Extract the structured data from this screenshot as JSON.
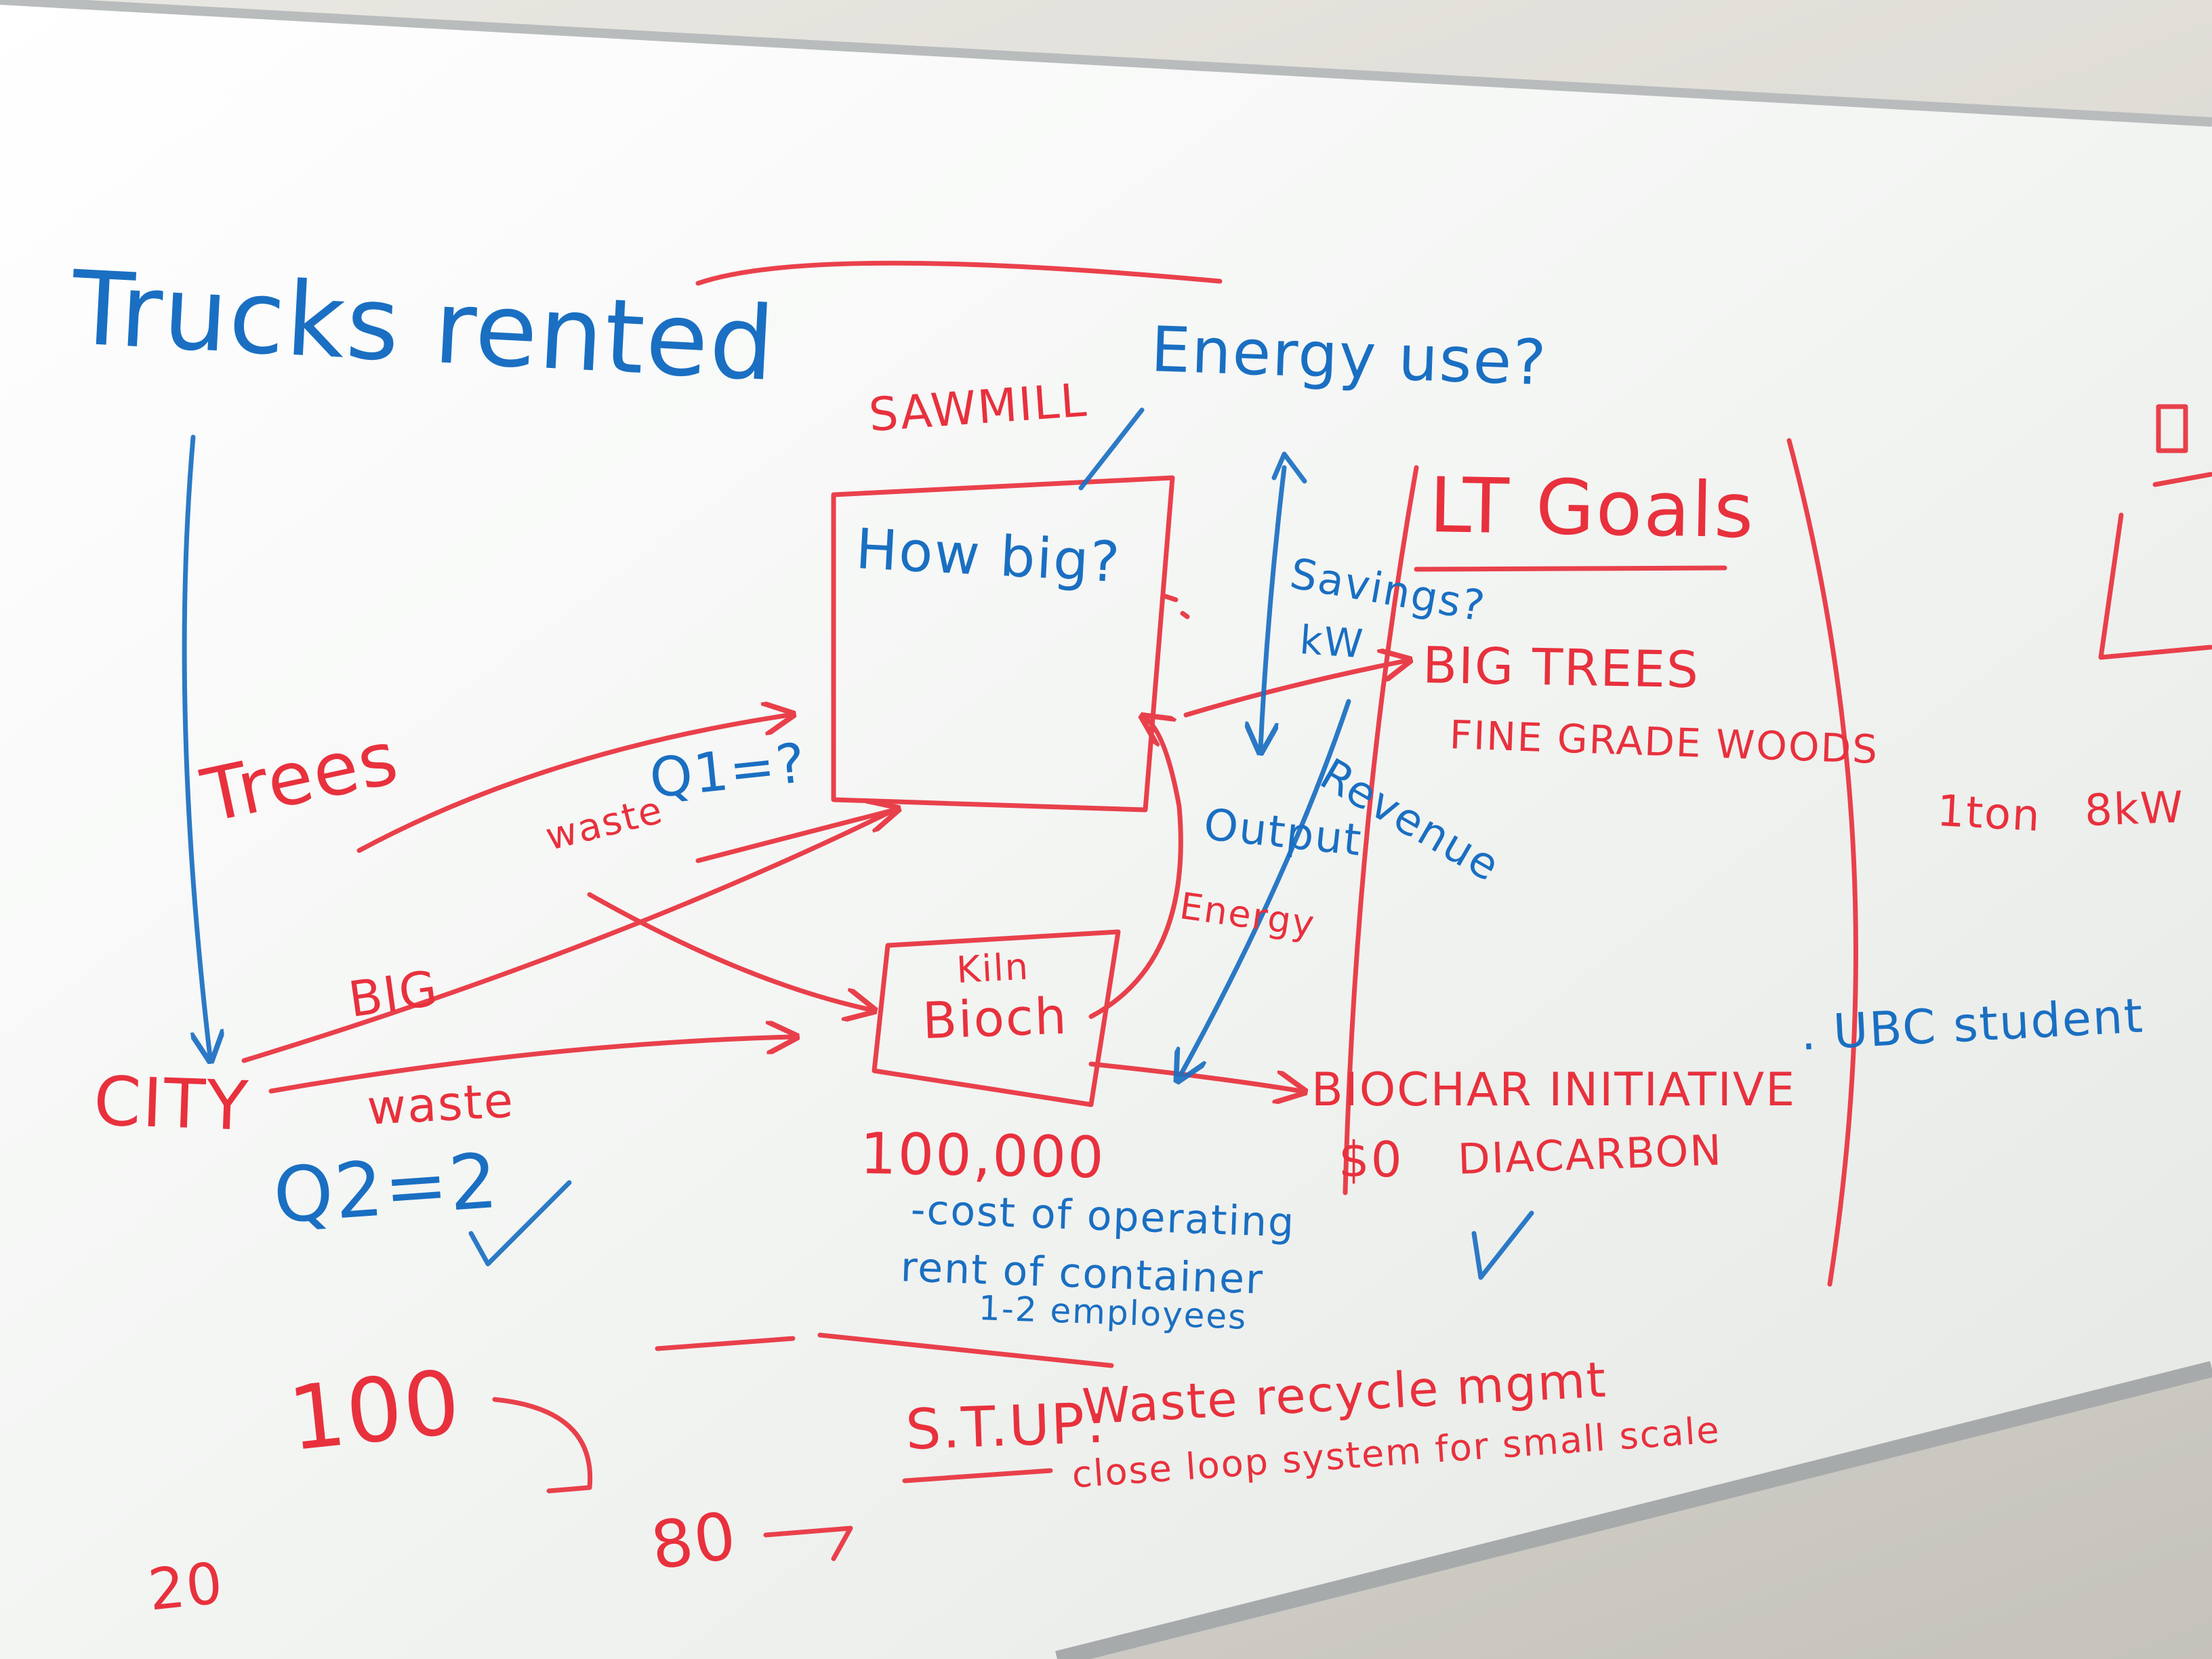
{
  "whiteboard": {
    "trucks_rented": "Trucks rented",
    "energy_use": "Energy use?",
    "sawmill": "SAWMILL",
    "how_big": "How big?",
    "lt_goals": "LT Goals",
    "savings_kw_line1": "Savings?",
    "savings_kw_line2": "kW",
    "big_trees": "BIG TREES",
    "fine_grade_woods": "FINE GRADE WOODS",
    "trees": "Trees",
    "q1": "Q1=?",
    "waste_upper": "waste",
    "revenue": "Revenue",
    "output": "Output",
    "one_ton": "1ton",
    "eight_kw": "8kW",
    "energy": "Energy",
    "kiln": "Kiln",
    "bioch": "Bioch",
    "big": "BIG",
    "city": "CITY",
    "waste_lower": "waste",
    "q2": "Q2=2",
    "biochar_initiative": "BIOCHAR INITIATIVE",
    "dollar_zero": "$0",
    "diacarbon": "DIACARBON",
    "ubc_student": ". UBC student",
    "hundred_thousand": "100,000",
    "cost_of_operating": "-cost of operating",
    "rent_of_container": "rent of container",
    "employees": "1-2 employees",
    "stup": "S.T.UP:",
    "waste_recycle_mgmt": "Waste recycle mgmt",
    "close_loop": "close loop system for small scale",
    "hundred": "100",
    "eighty": "80",
    "twenty": "20"
  },
  "colors": {
    "blue_marker": "#1a6fc2",
    "red_marker": "#e8313d",
    "board_white": "#f4f6f4",
    "wall": "#d8d6cf"
  }
}
